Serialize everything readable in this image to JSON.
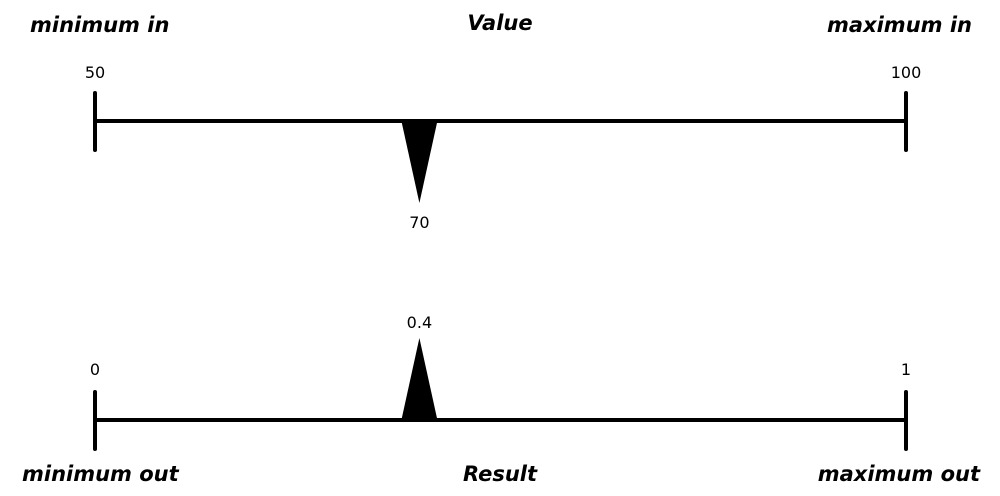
{
  "input_scale": {
    "min_label": "minimum in",
    "title": "Value",
    "max_label": "maximum in",
    "min": 50,
    "max": 100,
    "value": 70,
    "min_text": "50",
    "max_text": "100",
    "value_text": "70"
  },
  "output_scale": {
    "min_label": "minimum out",
    "title": "Result",
    "max_label": "maximum out",
    "min": 0,
    "max": 1,
    "value": 0.4,
    "min_text": "0",
    "max_text": "1",
    "value_text": "0.4"
  },
  "colors": {
    "ink": "#000000",
    "background": "#ffffff"
  }
}
